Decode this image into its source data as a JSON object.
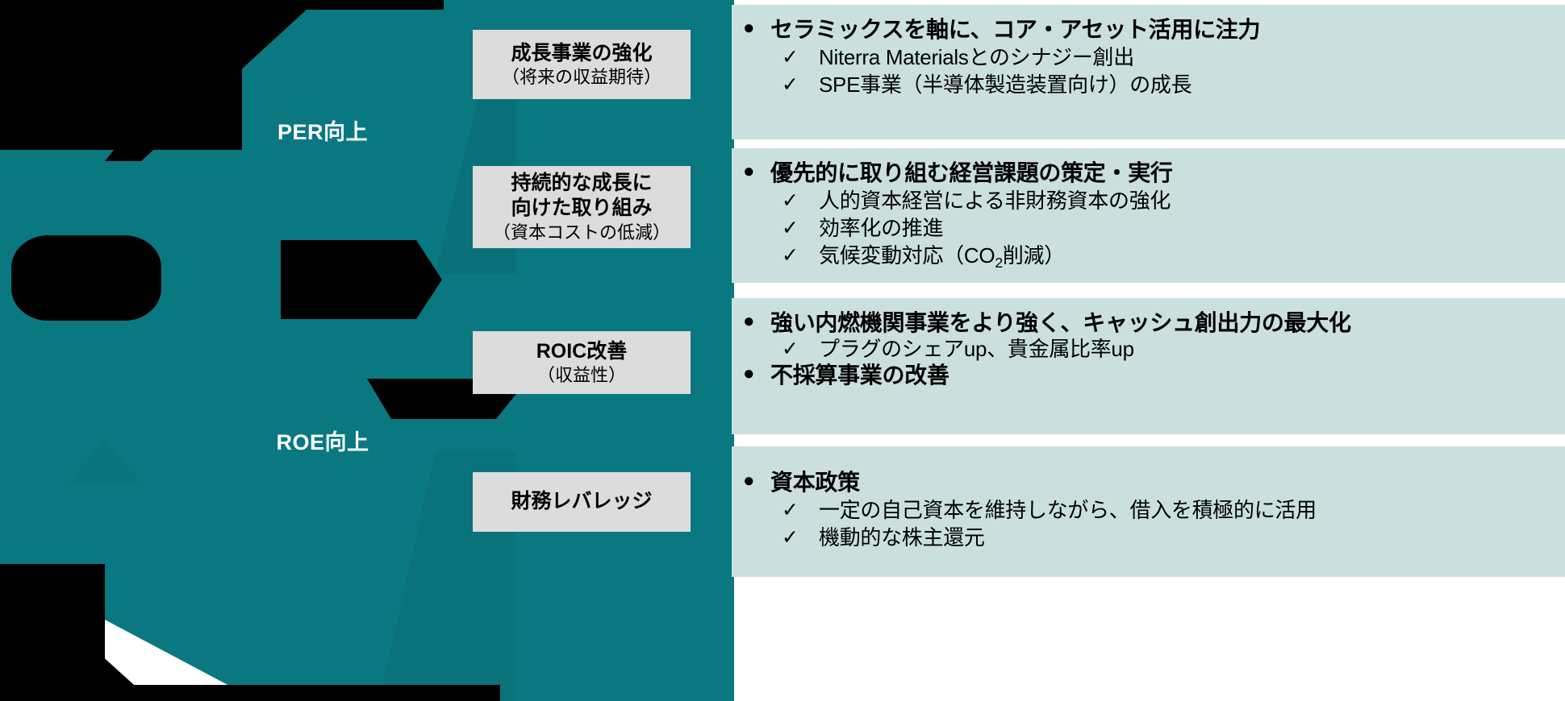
{
  "colors": {
    "teal": "#0a7880",
    "teal_dark": "#0b6b74",
    "panel_bg": "#cbe0de",
    "driver_bg": "#dcdcdc",
    "redaction": "#000000",
    "page_bg": "#ffffff",
    "text_on_teal": "#ffffff"
  },
  "funnel": {
    "upper_label": "PER向上",
    "lower_label": "ROE向上"
  },
  "drivers": [
    {
      "title": "成長事業の強化",
      "sub": "（将来の収益期待）"
    },
    {
      "title_line1": "持続的な成長に",
      "title_line2": "向けた取り組み",
      "sub": "（資本コストの低減）"
    },
    {
      "title": "ROIC改善",
      "sub": "（収益性）"
    },
    {
      "title": "財務レバレッジ",
      "sub": ""
    }
  ],
  "panels": [
    {
      "items": [
        {
          "type": "bullet",
          "marker": "●",
          "text": "セラミックスを軸に、コア・アセット活用に注力",
          "subs": [
            {
              "marker": "✓",
              "text": "Niterra Materialsとのシナジー創出"
            },
            {
              "marker": "✓",
              "text": "SPE事業（半導体製造装置向け）の成長"
            }
          ]
        }
      ]
    },
    {
      "items": [
        {
          "type": "bullet",
          "marker": "●",
          "text": "優先的に取り組む経営課題の策定・実行",
          "subs": [
            {
              "marker": "✓",
              "text": "人的資本経営による非財務資本の強化"
            },
            {
              "marker": "✓",
              "text": "効率化の推進"
            },
            {
              "marker": "✓",
              "text_pre": "気候変動対応（CO",
              "text_sub": "2",
              "text_post": "削減）"
            }
          ]
        }
      ]
    },
    {
      "items": [
        {
          "type": "bullet",
          "marker": "●",
          "text": "強い内燃機関事業をより強く、キャッシュ創出力の最大化",
          "subs": [
            {
              "marker": "✓",
              "text": "プラグのシェアup、貴金属比率up"
            }
          ]
        },
        {
          "type": "bullet",
          "marker": "●",
          "text": "不採算事業の改善",
          "subs": []
        }
      ]
    },
    {
      "items": [
        {
          "type": "bullet",
          "marker": "●",
          "text": "資本政策",
          "subs": [
            {
              "marker": "✓",
              "text": "一定の自己資本を維持しながら、借入を積極的に活用"
            },
            {
              "marker": "✓",
              "text": "機動的な株主還元"
            }
          ]
        }
      ]
    }
  ]
}
